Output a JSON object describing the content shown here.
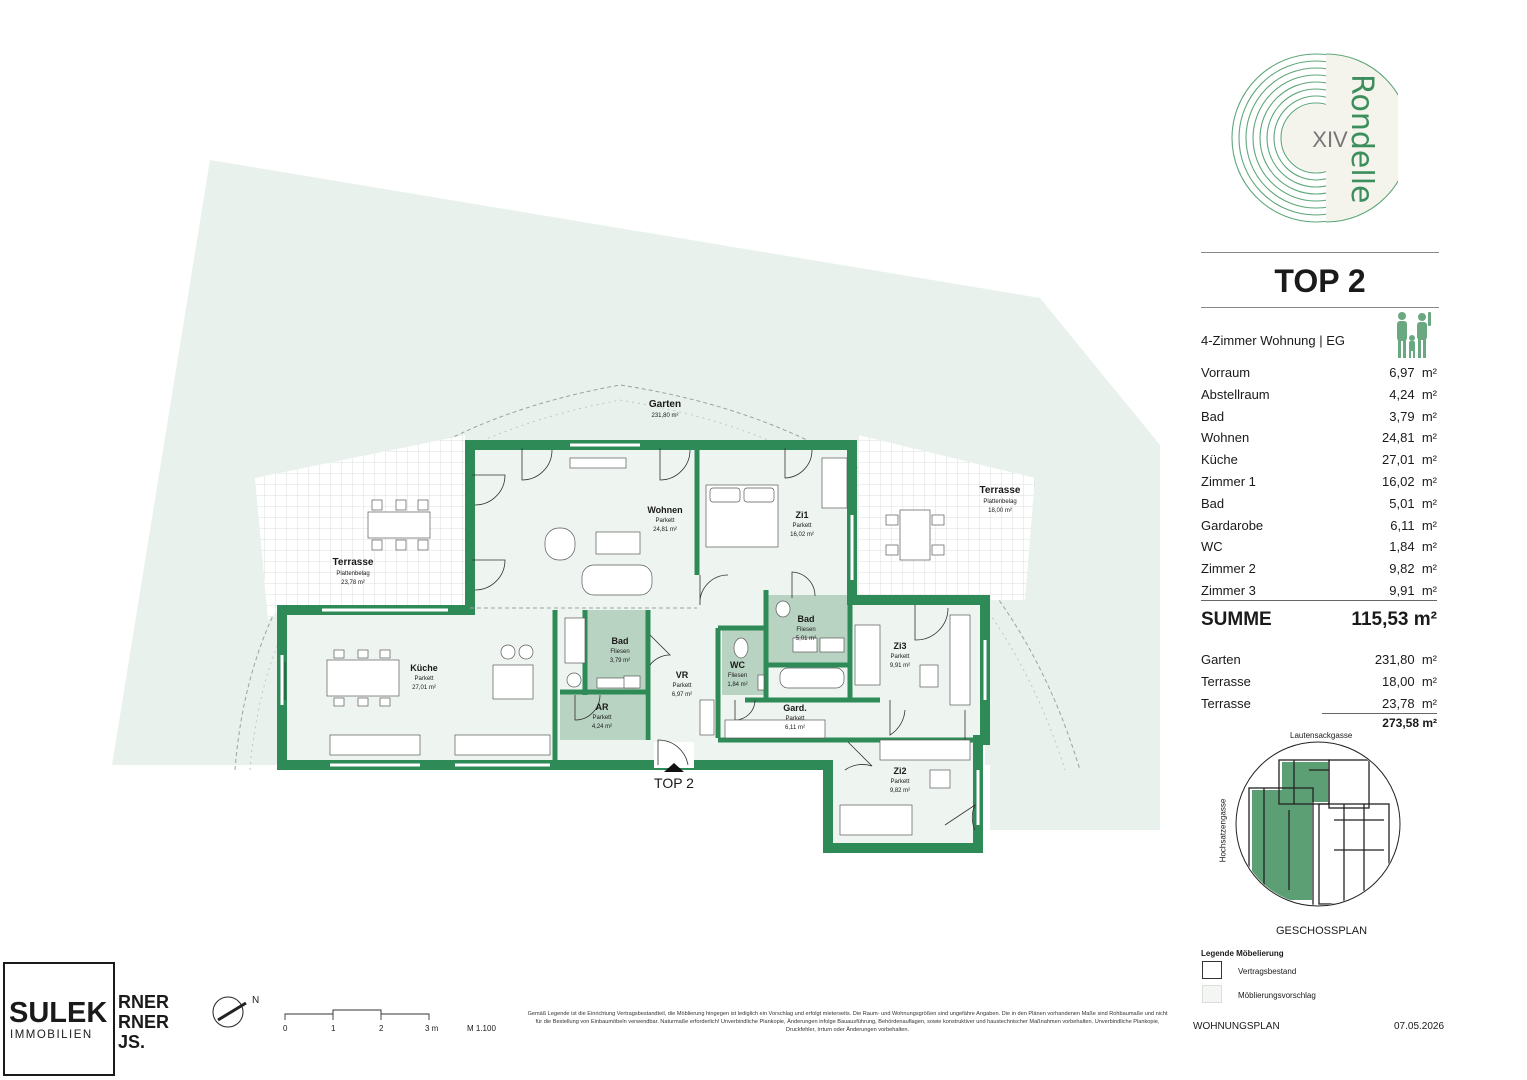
{
  "logo": {
    "roman": "XIV",
    "name": "Rondelle"
  },
  "header": {
    "title": "TOP 2"
  },
  "apartment": {
    "type": "4-Zimmer Wohnung | EG"
  },
  "rooms": [
    {
      "name": "Vorraum",
      "area": "6,97",
      "unit": "m²"
    },
    {
      "name": "Abstellraum",
      "area": "4,24",
      "unit": "m²"
    },
    {
      "name": "Bad",
      "area": "3,79",
      "unit": "m²"
    },
    {
      "name": "Wohnen",
      "area": "24,81",
      "unit": "m²"
    },
    {
      "name": "Küche",
      "area": "27,01",
      "unit": "m²"
    },
    {
      "name": "Zimmer 1",
      "area": "16,02",
      "unit": "m²"
    },
    {
      "name": "Bad",
      "area": "5,01",
      "unit": "m²"
    },
    {
      "name": "Gardarobe",
      "area": "6,11",
      "unit": "m²"
    },
    {
      "name": "WC",
      "area": "1,84",
      "unit": "m²"
    },
    {
      "name": "Zimmer 2",
      "area": "9,82",
      "unit": "m²"
    },
    {
      "name": "Zimmer 3",
      "area": "9,91",
      "unit": "m²"
    }
  ],
  "summe": {
    "label": "SUMME",
    "value": "115,53 m²"
  },
  "outdoor": [
    {
      "name": "Garten",
      "area": "231,80",
      "unit": "m²"
    },
    {
      "name": "Terrasse",
      "area": "18,00",
      "unit": "m²"
    },
    {
      "name": "Terrasse",
      "area": "23,78",
      "unit": "m²"
    }
  ],
  "outdoor_total": "273,58 m²",
  "geschossplan": {
    "street_top": "Lautensackgasse",
    "street_left": "Hochsatzengasse",
    "label": "GESCHOSSPLAN"
  },
  "legend": {
    "title": "Legende Möbelierung",
    "items": [
      {
        "label": "Vertragsbestand"
      },
      {
        "label": "Möblierungsvorschlag"
      }
    ]
  },
  "plan": {
    "entrance": "TOP 2",
    "labels": {
      "garten": {
        "name": "Garten",
        "area": "231,80 m²"
      },
      "terrasse_left": {
        "name": "Terrasse",
        "floor": "Plattenbelag",
        "area": "23,78 m²"
      },
      "terrasse_right": {
        "name": "Terrasse",
        "floor": "Plattenbelag",
        "area": "18,00 m²"
      },
      "wohnen": {
        "name": "Wohnen",
        "floor": "Parkett",
        "area": "24,81 m²"
      },
      "zi1": {
        "name": "Zi1",
        "floor": "Parkett",
        "area": "16,02 m²"
      },
      "kueche": {
        "name": "Küche",
        "floor": "Parkett",
        "area": "27,01 m²"
      },
      "bad1": {
        "name": "Bad",
        "floor": "Fliesen",
        "area": "3,79 m²"
      },
      "ar": {
        "name": "AR",
        "floor": "Parkett",
        "area": "4,24 m²"
      },
      "vr": {
        "name": "VR",
        "floor": "Parkett",
        "area": "6,97 m²"
      },
      "wc": {
        "name": "WC",
        "floor": "Fliesen",
        "area": "1,84 m²"
      },
      "bad2": {
        "name": "Bad",
        "floor": "Fliesen",
        "area": "5,01 m²"
      },
      "gard": {
        "name": "Gard.",
        "floor": "Parkett",
        "area": "6,11 m²"
      },
      "zi3": {
        "name": "Zi3",
        "floor": "Parkett",
        "area": "9,91 m²"
      },
      "zi2": {
        "name": "Zi2",
        "floor": "Parkett",
        "area": "9,82 m²"
      }
    }
  },
  "company": {
    "name": "SULEK",
    "sub": "IMMOBILIEN",
    "partner_lines": [
      "RNER",
      "RNER",
      "JS."
    ]
  },
  "scale": {
    "ticks": [
      "0",
      "1",
      "2",
      "3 m"
    ],
    "ratio": "M 1.100"
  },
  "disclaimer": "Gemäß Legende ist die Einrichtung Vertragsbestandteil, die Möblierung hingegen ist lediglich ein Vorschlag und erfolgt mieterseits. Die Raum- und Wohnungsgrößen sind ungefähre Angaben. Die in den Plänen vorhandenen Maße sind Rohbaumaße und nicht für die Bestellung von Einbaumöbeln verwendbar. Naturmaße erforderlich! Unverbindliche Plankopie, Änderungen infolge Bauausführung, Behördenauflagen, sowie konstruktiver und haustechnischer Maßnahmen vorbehalten. Unverbindliche Plankopie, Druckfehler, Irrtum oder Änderungen vorbehalten.",
  "footer": {
    "doc_type": "WOHNUNGSPLAN",
    "date": "07.05.2026"
  },
  "colors": {
    "wall": "#2e8b57",
    "garden": "#e8f1ec",
    "wet": "#b9d3c2",
    "logo": "#5fa77a"
  }
}
